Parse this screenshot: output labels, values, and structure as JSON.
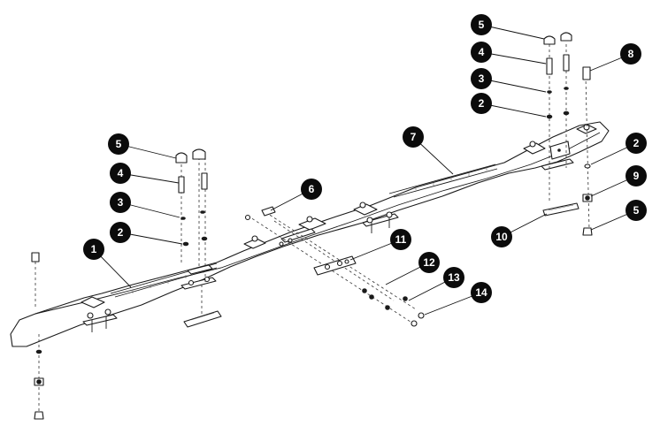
{
  "callouts": [
    {
      "id": "c1",
      "label": "1"
    },
    {
      "id": "c2a",
      "label": "2"
    },
    {
      "id": "c2b",
      "label": "2"
    },
    {
      "id": "c2c",
      "label": "2"
    },
    {
      "id": "c3a",
      "label": "3"
    },
    {
      "id": "c3b",
      "label": "3"
    },
    {
      "id": "c4a",
      "label": "4"
    },
    {
      "id": "c4b",
      "label": "4"
    },
    {
      "id": "c5a",
      "label": "5"
    },
    {
      "id": "c5b",
      "label": "5"
    },
    {
      "id": "c5c",
      "label": "5"
    },
    {
      "id": "c6",
      "label": "6"
    },
    {
      "id": "c7",
      "label": "7"
    },
    {
      "id": "c8",
      "label": "8"
    },
    {
      "id": "c9",
      "label": "9"
    },
    {
      "id": "c10",
      "label": "10"
    },
    {
      "id": "c11",
      "label": "11"
    },
    {
      "id": "c12",
      "label": "12"
    },
    {
      "id": "c13",
      "label": "13"
    },
    {
      "id": "c14",
      "label": "14"
    }
  ]
}
